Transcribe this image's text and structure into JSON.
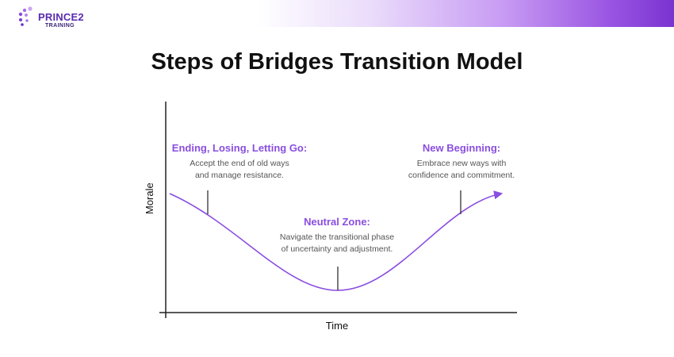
{
  "brand": {
    "line1": "PRINCE2",
    "line2": "TRAINING",
    "accent": "#8a4ee0",
    "dark": "#5a2bb0"
  },
  "title": "Steps of Bridges Transition Model",
  "axes": {
    "y_label": "Morale",
    "x_label": "Time"
  },
  "phases": [
    {
      "title": "Ending, Losing, Letting Go:",
      "line1": "Accept the end of old ways",
      "line2": "and manage resistance."
    },
    {
      "title": "Neutral Zone:",
      "line1": "Navigate the transitional phase",
      "line2": "of uncertainty and adjustment."
    },
    {
      "title": "New Beginning:",
      "line1": "Embrace new ways with",
      "line2": "confidence and commitment."
    }
  ],
  "colors": {
    "curve": "#8a4ee0",
    "axis": "#222222",
    "marker": "#333333"
  }
}
